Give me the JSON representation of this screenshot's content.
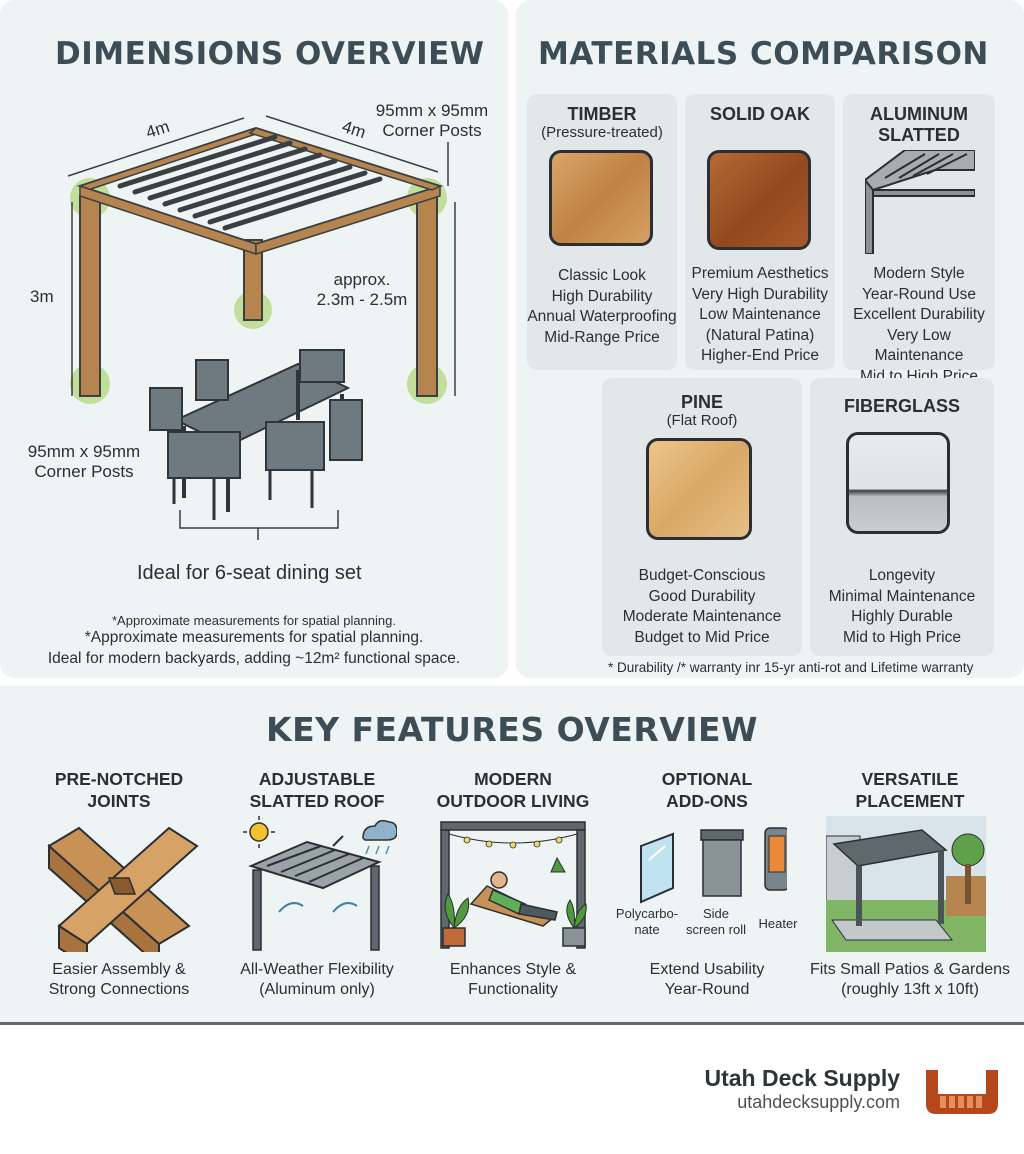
{
  "dimensions": {
    "title": "DIMENSIONS OVERVIEW",
    "width_label_1": "4m",
    "width_label_2": "4m",
    "corner_posts_top": [
      "95mm x 95mm",
      "Corner Posts"
    ],
    "height_label": "3m",
    "clearance_label": [
      "approx.",
      "2.3m - 2.5m"
    ],
    "corner_posts_bottom": [
      "95mm x 95mm",
      "Corner Posts"
    ],
    "dining_label": "Ideal for 6-seat dining set",
    "note_1": "*Approximate measurements for spatial planning.",
    "note_2": "*Approximate measurements for spatial planning.",
    "note_3": "Ideal for modern backyards, adding ~12m² functional space."
  },
  "materials": {
    "title": "MATERIALS COMPARISON",
    "cards": [
      {
        "title": [
          "TIMBER"
        ],
        "subtitle": "(Pressure-treated)",
        "lines": [
          "Classic Look",
          "High Durability",
          "Annual Waterproofing",
          "Mid-Range Price"
        ],
        "color": "#c8924f"
      },
      {
        "title": [
          "SOLID OAK"
        ],
        "subtitle": "",
        "lines": [
          "Premium Aesthetics",
          "Very High Durability",
          "Low Maintenance",
          "(Natural Patina)",
          "Higher-End Price"
        ],
        "color": "#a35a2a"
      },
      {
        "title": [
          "ALUMINUM",
          "SLATTED"
        ],
        "subtitle": "",
        "lines": [
          "Modern Style",
          "Year-Round Use",
          "Excellent Durability",
          "Very Low Maintenance",
          "Mid to High Price"
        ],
        "color": "#8a9397"
      },
      {
        "title": [
          "PINE"
        ],
        "subtitle": "(Flat Roof)",
        "lines": [
          "Budget-Conscious",
          "Good Durability",
          "Moderate Maintenance",
          "Budget to Mid Price"
        ],
        "color": "#e0b77a"
      },
      {
        "title": [
          "FIBERGLASS"
        ],
        "subtitle": "",
        "lines": [
          "Longevity",
          "Minimal Maintenance",
          "Highly Durable",
          "Mid to High Price"
        ],
        "color": "#c9ced0"
      }
    ],
    "footnote": "* Durability /* warranty inr 15-yr anti-rot and Lifetime warranty"
  },
  "features": {
    "title": "KEY FEATURES OVERVIEW",
    "items": [
      {
        "title": [
          "PRE-NOTCHED",
          "JOINTS"
        ],
        "desc": [
          "Easier Assembly &",
          "Strong Connections"
        ],
        "icon": "notched-joint-icon"
      },
      {
        "title": [
          "ADJUSTABLE",
          "SLATTED ROOF"
        ],
        "desc": [
          "All-Weather Flexibility",
          "(Aluminum only)"
        ],
        "icon": "slatted-roof-icon"
      },
      {
        "title": [
          "MODERN",
          "OUTDOOR LIVING"
        ],
        "desc": [
          "Enhances Style &",
          "Functionality"
        ],
        "icon": "lounge-icon"
      },
      {
        "title": [
          "OPTIONAL",
          "ADD-ONS"
        ],
        "desc": [
          "Extend Usability",
          "Year-Round"
        ],
        "icon": "addons-icon",
        "addon_labels": [
          "Polycarbo-",
          "nate",
          "Side",
          "screen roll",
          "Heater"
        ]
      },
      {
        "title": [
          "VERSATILE",
          "PLACEMENT"
        ],
        "desc": [
          "Fits Small Patios & Gardens",
          "(roughly 13ft x 10ft)"
        ],
        "icon": "placement-icon"
      }
    ]
  },
  "brand": {
    "name": "Utah Deck Supply",
    "url": "utahdecksupply.com",
    "accent": "#b5471c"
  }
}
